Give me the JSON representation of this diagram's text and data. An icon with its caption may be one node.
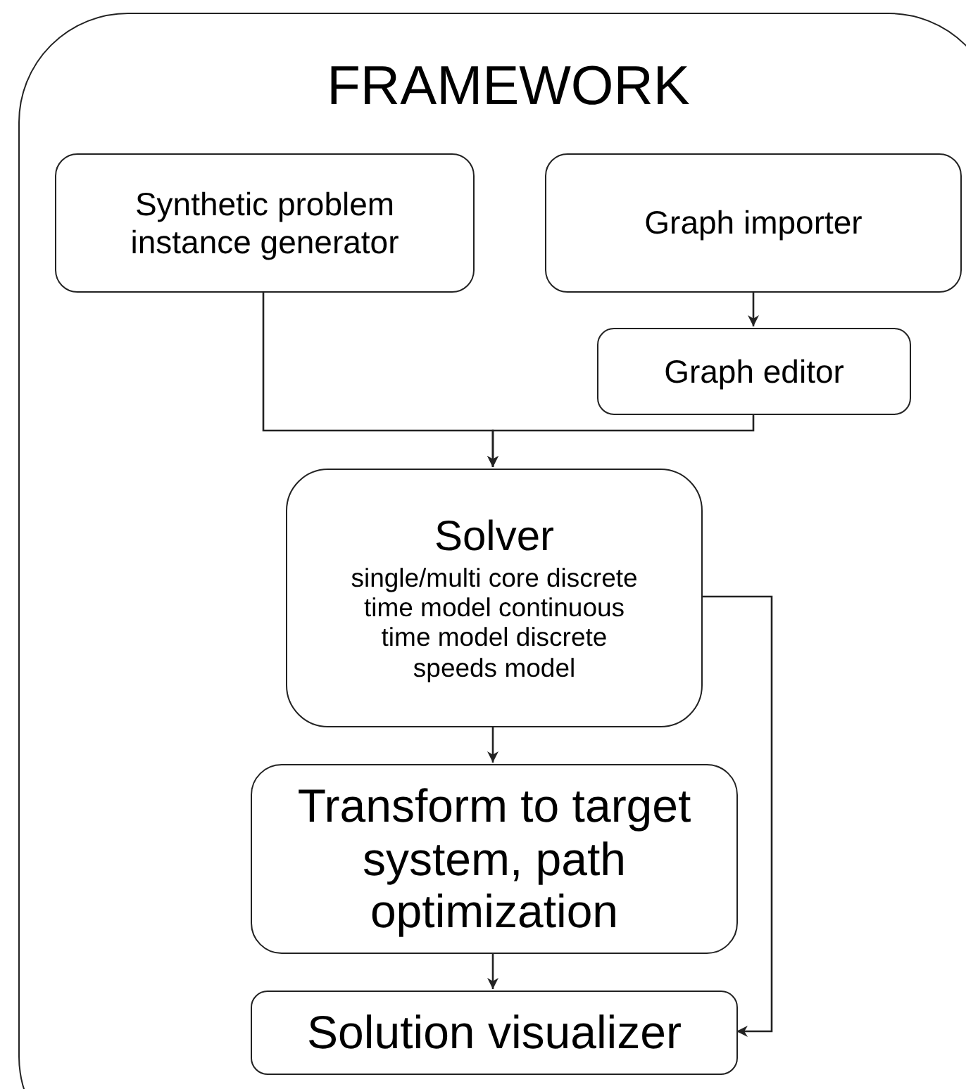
{
  "diagram": {
    "nodes": [
      {
        "text": [
          "FRAMEWORK"
        ]
      },
      {
        "text": [
          "Synthetic problem instance generator"
        ],
        "in": 0
      },
      {
        "text": [
          "Graph importer"
        ],
        "in": 0
      },
      {
        "text": [
          "Graph editor"
        ],
        "in": 0
      },
      {
        "text": [
          "Solver",
          "single/multi core discrete time model continuous time model discrete speeds model"
        ],
        "in": 0
      },
      {
        "text": [
          "Transform to target system, path optimization"
        ],
        "in": 0
      },
      {
        "text": [
          "Solution visualizer"
        ],
        "in": 0
      }
    ],
    "edges": [
      {
        "from": 1,
        "to": 4,
        "arrow": "to"
      },
      {
        "from": 2,
        "to": 3,
        "arrow": "to"
      },
      {
        "from": 3,
        "to": 4,
        "arrow": "to"
      },
      {
        "from": 4,
        "to": 6,
        "arrow": "to"
      },
      {
        "from": 4,
        "to": 5,
        "arrow": "to"
      },
      {
        "from": 5,
        "to": 6,
        "arrow": "to"
      }
    ]
  }
}
